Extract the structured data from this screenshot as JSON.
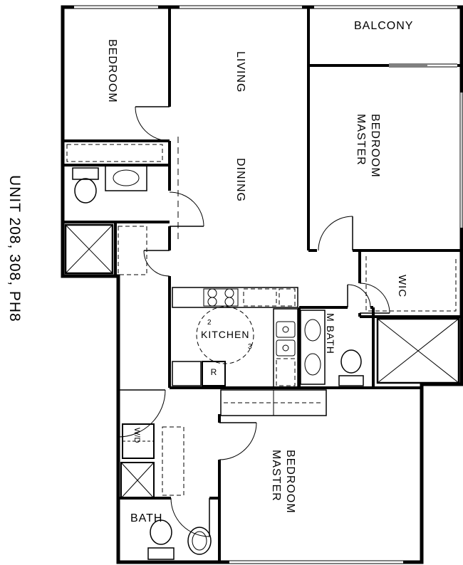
{
  "unit": {
    "label": "UNIT 208, 308, PH8"
  },
  "rooms": {
    "bedroom": "BEDROOM",
    "living": "LIVING",
    "dining": "DINING",
    "balcony": "BALCONY",
    "master_bedroom_top": "MASTER BEDROOM",
    "wic": "WIC",
    "master_bath": "M BATH",
    "kitchen": "KITCHEN",
    "bath": "BATH",
    "laundry": "W/D",
    "master_bedroom_bottom": "MASTER BEDROOM"
  },
  "annotations": {
    "refrigerator": "R",
    "keynote_2": "2",
    "keynote_3": "3"
  },
  "colors": {
    "line": "#000000",
    "background": "#ffffff"
  }
}
